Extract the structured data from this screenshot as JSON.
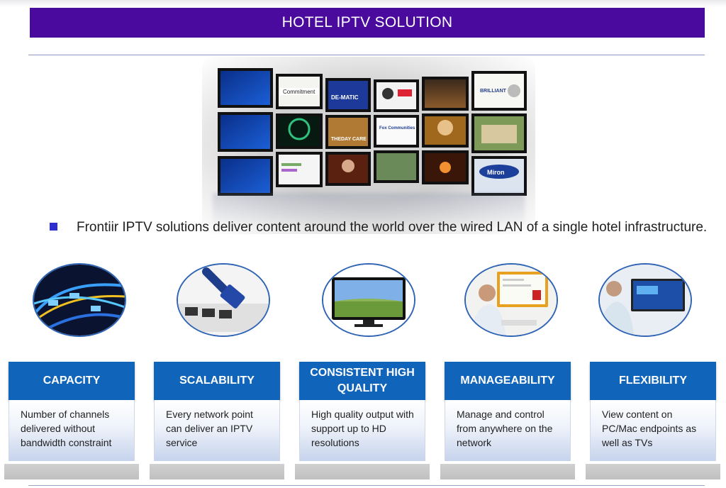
{
  "title": "HOTEL IPTV SOLUTION",
  "bullet": "Frontiir IPTV solutions deliver content around the world over the wired LAN of a single hotel infrastructure.",
  "video_wall": {
    "rows": [
      [
        "",
        "Commitment",
        "DE-MATIC",
        "",
        "",
        "BRILLIANT"
      ],
      [
        "",
        "",
        "THEDAY CARE",
        "Fox Communities",
        "",
        ""
      ],
      [
        "",
        "",
        "",
        "",
        "",
        "Miron"
      ]
    ]
  },
  "features": [
    {
      "title": "CAPACITY",
      "desc": "Number of channels delivered without bandwidth constraint",
      "icon": "network-cables-icon"
    },
    {
      "title": "SCALABILITY",
      "desc": "Every network point can deliver an IPTV service",
      "icon": "ethernet-plug-icon"
    },
    {
      "title": "CONSISTENT HIGH QUALITY",
      "desc": "High quality output with support up to HD resolutions",
      "icon": "flat-tv-icon"
    },
    {
      "title": "MANAGEABILITY",
      "desc": "Manage and control from anywhere on the network",
      "icon": "person-at-computer-icon"
    },
    {
      "title": "FLEXIBILITY",
      "desc": "View content on PC/Mac endpoints as well as TVs",
      "icon": "person-watching-screen-icon"
    }
  ],
  "colors": {
    "title_bar": "#4a0a9e",
    "feature_header": "#1065ba",
    "bullet": "#2f2fd0"
  }
}
